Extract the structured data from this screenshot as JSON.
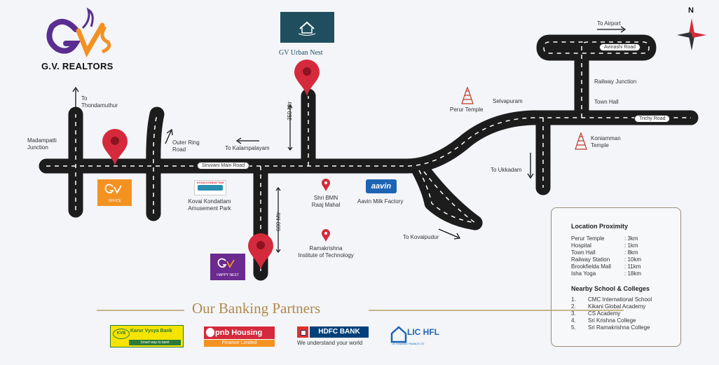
{
  "brand": {
    "name": "G.V. REALTORS",
    "project": "GV Urban Nest",
    "office_label": "OFFICE",
    "happy_nest_label": "HAPPY NEST"
  },
  "compass": {
    "label": "N"
  },
  "roads": {
    "siruvani": "Siruvani Main Road",
    "avinashi": "Avinashi Road",
    "trichy": "Trichy Road"
  },
  "places": {
    "to_thondamuthur": "To\nThondamuthur",
    "madampatti": "Madampatti\nJunction",
    "outer_ring": "Outer Ring\nRoad",
    "to_kalampalayam": "To Kalampalayam",
    "kovai_kondattam": "Kovai Kondattam\nAmusement Park",
    "shri_bmn": "Shri BMN\nRaaj Mahal",
    "aavin": "Aavin Milk Factory",
    "ramakrishna": "Ramakrishna\nInstitute of Technology",
    "perur_temple": "Perur Temple",
    "selvapuram": "Selvapuram",
    "to_airport": "To Airport",
    "railway_junction": "Railway Junction",
    "town_hall": "Town Hall",
    "koniamman": "Koniamman\nTemple",
    "to_ukkadam": "To Ukkadam",
    "to_kovaipudur": "To Kovaipudur",
    "dist_350": "350 Mtr",
    "dist_600": "600 Mtr",
    "kovai_badge": "KOVAI KONDATTAM",
    "aavin_logo": "aavin"
  },
  "proximity": {
    "title": "Location Proximity",
    "items": [
      {
        "place": "Perur Temple",
        "dist": ": 3km"
      },
      {
        "place": "Hospital",
        "dist": ": 1km"
      },
      {
        "place": "Town Hall",
        "dist": ": 8km"
      },
      {
        "place": "Railway Station",
        "dist": ": 10km"
      },
      {
        "place": "Brookfieldа Mall",
        "dist": ": 11km"
      },
      {
        "place": "Isha Yoga",
        "dist": ": 18km"
      }
    ]
  },
  "schools": {
    "title": "Nearby School & Colleges",
    "items": [
      {
        "num": "1.",
        "name": "CMC International School"
      },
      {
        "num": "2.",
        "name": "Kikani Global Academy"
      },
      {
        "num": "3.",
        "name": "CS Academy"
      },
      {
        "num": "4.",
        "name": "Sri Krishna College"
      },
      {
        "num": "5.",
        "name": "Sri Ramakrishna College"
      }
    ]
  },
  "banking": {
    "title": "Our Banking Partners",
    "kvb": {
      "name": "Karur Vysya Bank",
      "tag": "Smart way to bank",
      "mark": "KVB"
    },
    "pnb": {
      "name": "pnb Housing",
      "tag": "Finance Limited"
    },
    "hdfc": {
      "name": "HDFC BANK",
      "tag": "We understand your world"
    },
    "lic": {
      "name": "LIC HFL",
      "tag": "LIC HOUSING FINANCE LTD"
    }
  },
  "colors": {
    "road": "#1c1c1c",
    "pin": "#d42a3c",
    "gold": "#b08a4a",
    "teal": "#1f4e5f",
    "purple": "#6b2a8f",
    "orange": "#f39221"
  }
}
